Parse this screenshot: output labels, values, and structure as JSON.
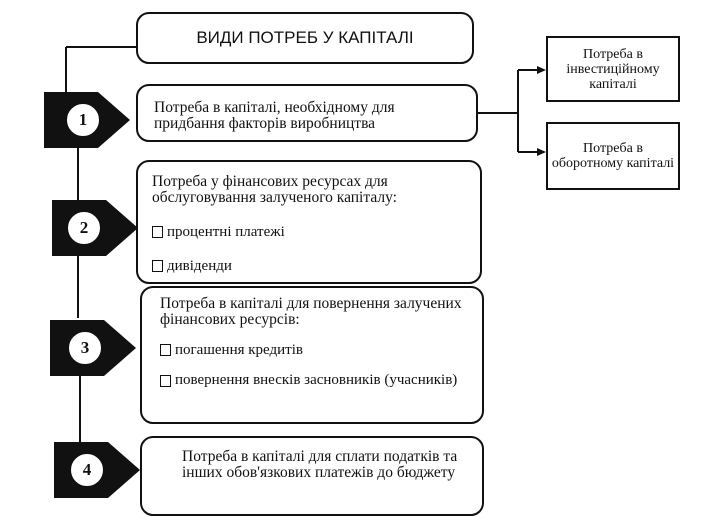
{
  "title": "ВИДИ ПОТРЕБ У КАПІТАЛІ",
  "needs": [
    {
      "number": "1",
      "text": "Потреба в капіталі, необхідному для придбання факторів виробництва",
      "items": []
    },
    {
      "number": "2",
      "text": "Потреба у фінансових ресурсах для обслуговування залученого капіталу:",
      "items": [
        "процентні платежі",
        "дивіденди"
      ]
    },
    {
      "number": "3",
      "text": "Потреба в капіталі для повернення залучених фінансових ресурсів:",
      "items": [
        "погашення кредитів",
        "повернення внесків засновників (учасників)"
      ]
    },
    {
      "number": "4",
      "text": "Потреба в капіталі для сплати податків та інших обов'язкових платежів до бюджету",
      "items": []
    }
  ],
  "sub_types": [
    "Потреба в інвестиційному капіталі",
    "Потреба в оборотному капіталі"
  ]
}
